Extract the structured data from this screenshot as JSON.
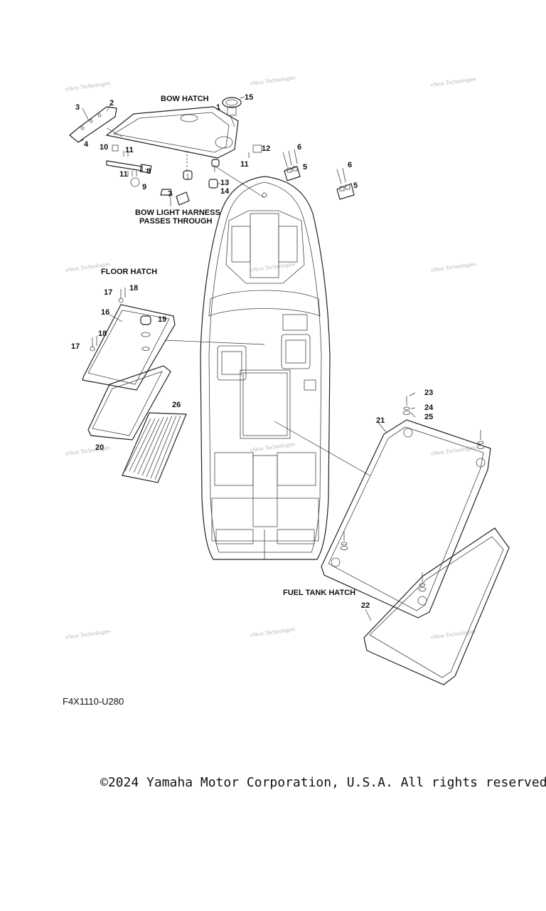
{
  "sections": {
    "bow_hatch": "BOW HATCH",
    "floor_hatch": "FLOOR HATCH",
    "fuel_tank_hatch": "FUEL TANK HATCH",
    "bow_light_note_line1": "BOW LIGHT HARNESS",
    "bow_light_note_line2": "PASSES THROUGH"
  },
  "callouts": {
    "c1": "1",
    "c2": "2",
    "c3": "3",
    "c4": "4",
    "c5a": "5",
    "c5b": "5",
    "c6a": "6",
    "c6b": "6",
    "c7": "7",
    "c8": "8",
    "c9": "9",
    "c10": "10",
    "c11a": "11",
    "c11b": "11",
    "c11c": "11",
    "c12": "12",
    "c13": "13",
    "c14": "14",
    "c15": "15",
    "c16": "16",
    "c17a": "17",
    "c17b": "17",
    "c18a": "18",
    "c18b": "18",
    "c19": "19",
    "c20": "20",
    "c21": "21",
    "c22": "22",
    "c23": "23",
    "c24": "24",
    "c25": "25",
    "c26": "26"
  },
  "watermark": {
    "line1": "vNext Technologies",
    "line2": "Technologies"
  },
  "diagram_code": "F4X1110-U280",
  "copyright": "©2024 Yamaha Motor Corporation, U.S.A. All rights reserved."
}
